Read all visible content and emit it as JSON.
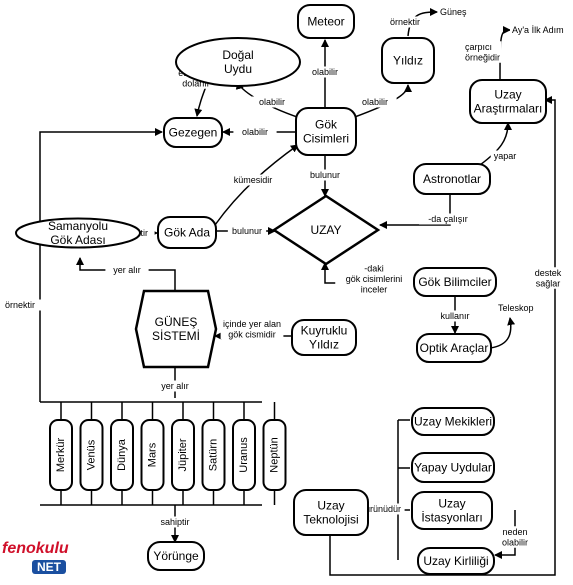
{
  "nodes": {
    "meteor": "Meteor",
    "dogal_uydu": [
      "Doğal",
      "Uydu"
    ],
    "yildiz": "Yıldız",
    "gezegen": "Gezegen",
    "gok_cisimleri": [
      "Gök",
      "Cisimleri"
    ],
    "uzay_arastirmalari": [
      "Uzay",
      "Araştırmaları"
    ],
    "astronotlar": "Astronotlar",
    "samanyolu": [
      "Samanyolu",
      "Gök Adası"
    ],
    "gok_ada": "Gök Ada",
    "uzay": "UZAY",
    "gok_bilimciler": "Gök Bilimciler",
    "gunes_sistemi": [
      "GÜNEŞ",
      "SİSTEMİ"
    ],
    "kuyruklu_yildiz": [
      "Kuyruklu",
      "Yıldız"
    ],
    "optik_araclar": "Optik Araçlar",
    "uzay_mekikleri": "Uzay Mekikleri",
    "yapay_uydular": "Yapay Uydular",
    "uzay_istasyonlari": [
      "Uzay",
      "İstasyonları"
    ],
    "uzay_teknolojisi": [
      "Uzay",
      "Teknolojisi"
    ],
    "uzay_kirliligi": "Uzay Kirliliği",
    "yorunge": "Yörünge"
  },
  "planets": [
    "Merkür",
    "Venüs",
    "Dünya",
    "Mars",
    "Jüpiter",
    "Satürn",
    "Uranus",
    "Neptün"
  ],
  "labels": {
    "gunes": "Güneş",
    "ay_ilk_adim": "Ay'a İlk Adım",
    "ornektir": "örnektir",
    "carpici": [
      "çarpıcı",
      "örneğidir"
    ],
    "etrafinda": [
      "etrafında",
      "dolanır"
    ],
    "olabilir": "olabilir",
    "yapar": "yapar",
    "kumesidir": "kümesidir",
    "bulunur": "bulunur",
    "da_calisir": "-da çalışır",
    "daki": [
      "-daki",
      "gök cisimlerini",
      "inceler"
    ],
    "yer_alir": "yer alır",
    "icinde": [
      "içinde yer alan",
      "gök cismidir"
    ],
    "kullanir": "kullanır",
    "teleskop": "Teleskop",
    "destek": [
      "destek",
      "sağlar"
    ],
    "sahiptir": "sahiptir",
    "urunudur": "ürünüdür",
    "neden": [
      "neden",
      "olabilir"
    ]
  },
  "watermark": {
    "line1": "fenokulu",
    "line2": "NET"
  }
}
